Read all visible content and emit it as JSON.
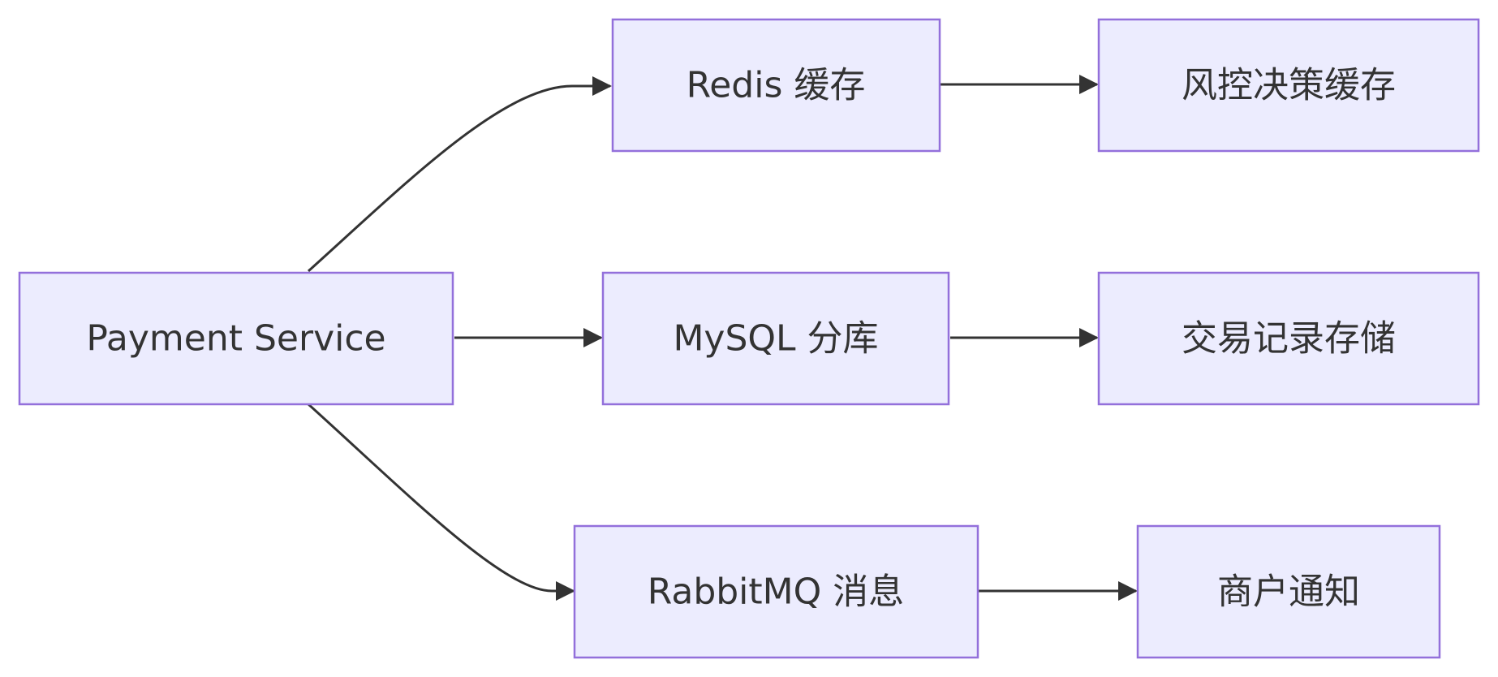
{
  "diagram": {
    "type": "flowchart",
    "direction": "left-to-right",
    "colors": {
      "node_fill": "#ececfe",
      "node_stroke": "#9370db",
      "edge": "#333333",
      "text": "#333333"
    },
    "nodes": {
      "payment": {
        "label": "Payment Service"
      },
      "redis": {
        "label": "Redis 缓存"
      },
      "mysql": {
        "label": "MySQL 分库"
      },
      "rabbitmq": {
        "label": "RabbitMQ 消息"
      },
      "risk_cache": {
        "label": "风控决策缓存"
      },
      "tx_storage": {
        "label": "交易记录存储"
      },
      "merchant_notify": {
        "label": "商户通知"
      }
    },
    "edges": [
      {
        "from": "payment",
        "to": "redis"
      },
      {
        "from": "payment",
        "to": "mysql"
      },
      {
        "from": "payment",
        "to": "rabbitmq"
      },
      {
        "from": "redis",
        "to": "risk_cache"
      },
      {
        "from": "mysql",
        "to": "tx_storage"
      },
      {
        "from": "rabbitmq",
        "to": "merchant_notify"
      }
    ]
  }
}
